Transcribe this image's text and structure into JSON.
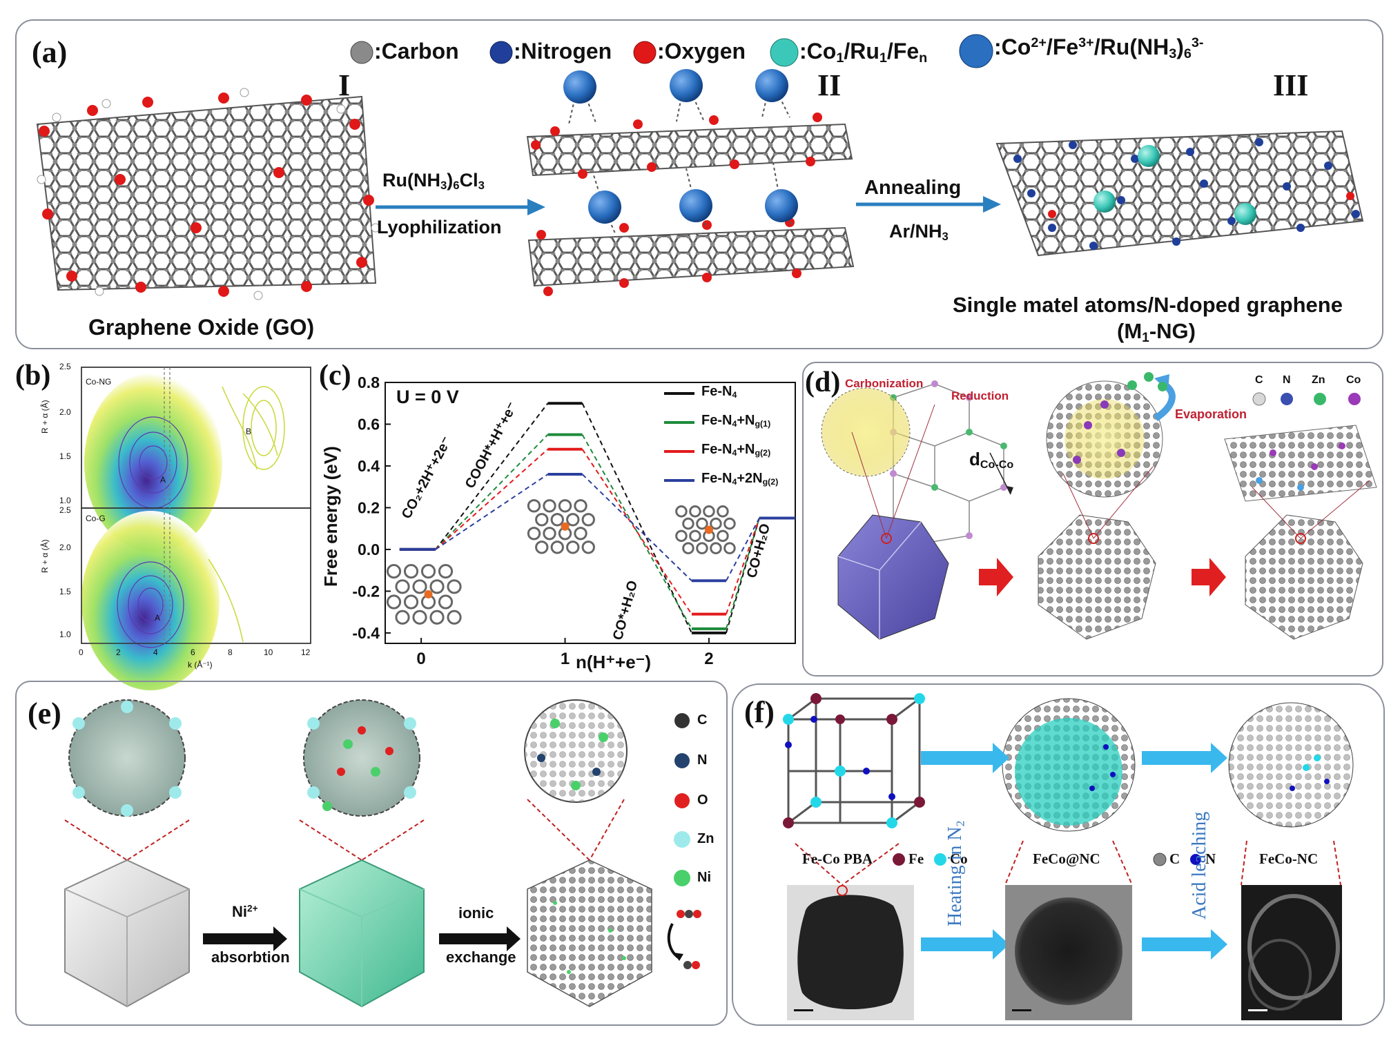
{
  "panel_a": {
    "label": "(a)",
    "legend": [
      {
        "name": "Carbon",
        "text": ":Carbon",
        "color": "#808080"
      },
      {
        "name": "Nitrogen",
        "text": ":Nitrogen",
        "color": "#1f3f9a"
      },
      {
        "name": "Oxygen",
        "text": ":Oxygen",
        "color": "#e01818"
      },
      {
        "name": "Single metal",
        "text_main": ":Co",
        "sub1": "1",
        "mid1": "/Ru",
        "sub2": "1",
        "mid2": "/Fe",
        "sub3": "n",
        "color": "#3cc8b8"
      },
      {
        "name": "Ions",
        "text_main": ":Co",
        "sup1": "2+",
        "mid1": "/Fe",
        "sup2": "3+",
        "mid2": "/Ru(NH",
        "sub1": "3",
        "mid3": ")",
        "sub2": "6",
        "sup3": "3-",
        "color": "#2a6fc0"
      }
    ],
    "roman": [
      "I",
      "II",
      "III"
    ],
    "step1_top": "Ru(NH",
    "step1_sub1": "3",
    "step1_mid": ")",
    "step1_sub2": "6",
    "step1_end": "Cl",
    "step1_sub3": "3",
    "step1_bottom": "Lyophilization",
    "step2_top": "Annealing",
    "step2_bottom_main": "Ar/NH",
    "step2_bottom_sub": "3",
    "caption_left": "Graphene Oxide (GO)",
    "caption_right_1": "Single matel atoms/N-doped graphene",
    "caption_right_2_main": "(M",
    "caption_right_2_sub": "1",
    "caption_right_2_end": "-NG)"
  },
  "panel_b": {
    "label": "(b)",
    "top_tag": "Co-NG",
    "bottom_tag": "Co-G",
    "ylabel": "R + α (Å)",
    "xlabel": "k (Å⁻¹)",
    "yticks_top": [
      "2.5",
      "2.0",
      "1.5",
      "1.0"
    ],
    "yticks_bottom": [
      "2.5",
      "2.0",
      "1.5",
      "1.0"
    ],
    "xticks": [
      "0",
      "2",
      "4",
      "6",
      "8",
      "10",
      "12"
    ],
    "peak_a": "A",
    "peak_b": "B"
  },
  "chart_data": {
    "type": "line",
    "title": "",
    "annotation": "U = 0 V",
    "xlabel": "n(H⁺+e⁻)",
    "ylabel": "Free energy (eV)",
    "ylim": [
      -0.45,
      0.8
    ],
    "yticks": [
      "0.8",
      "0.6",
      "0.4",
      "0.2",
      "0.0",
      "-0.2",
      "-0.4"
    ],
    "xticks": [
      "0",
      "1",
      "2"
    ],
    "step_labels": [
      "CO₂+2H⁺+2e⁻",
      "COOH*+H⁺+e⁻",
      "CO*+H₂O",
      "CO+H₂O"
    ],
    "x_levels": [
      0,
      1,
      2,
      2.55
    ],
    "series": [
      {
        "name": "Fe-N₄",
        "color": "#111111",
        "values": [
          0.0,
          0.7,
          -0.4,
          0.15
        ]
      },
      {
        "name": "Fe-N₄+Nɡ(1)",
        "color": "#1e8a3a",
        "values": [
          0.0,
          0.55,
          -0.38,
          0.15
        ]
      },
      {
        "name": "Fe-N₄+Nɡ(2)",
        "color": "#e31a1c",
        "values": [
          0.0,
          0.48,
          -0.31,
          0.15
        ]
      },
      {
        "name": "Fe-N₄+2Nɡ(2)",
        "color": "#2b3f9e",
        "values": [
          0.0,
          0.36,
          -0.15,
          0.15
        ]
      }
    ],
    "legend_placement": "top-right",
    "legend": [
      {
        "main": "Fe-N",
        "sub": "4",
        "end": "",
        "endsub": ""
      },
      {
        "main": "Fe-N",
        "sub": "4",
        "end": "+N",
        "endsub": "g(1)"
      },
      {
        "main": "Fe-N",
        "sub": "4",
        "end": "+N",
        "endsub": "g(2)"
      },
      {
        "main": "Fe-N",
        "sub": "4",
        "end": "+2N",
        "endsub": "g(2)"
      }
    ]
  },
  "panel_d": {
    "label": "(d)",
    "carbonization": "Carbonization",
    "reduction": "Reduction",
    "evaporation": "Evaporation",
    "distance": "d",
    "distance_sub": "Co-Co",
    "legend": [
      {
        "text": "C",
        "color": "#d8d8d8"
      },
      {
        "text": "N",
        "color": "#3a4fb0"
      },
      {
        "text": "Zn",
        "color": "#3ab86a"
      },
      {
        "text": "Co",
        "color": "#9a3ab8"
      }
    ]
  },
  "panel_e": {
    "label": "(e)",
    "step1_top": "Ni",
    "step1_sup": "2+",
    "step1_bottom": "absorbtion",
    "step2_top": "ionic",
    "step2_bottom": "exchange",
    "legend": [
      {
        "text": "C",
        "color": "#333333"
      },
      {
        "text": "N",
        "color": "#24426e"
      },
      {
        "text": "O",
        "color": "#e02020"
      },
      {
        "text": "Zn",
        "color": "#9eeaea"
      },
      {
        "text": "Ni",
        "color": "#4ad06a"
      }
    ]
  },
  "panel_f": {
    "label": "(f)",
    "pba": "Fe-Co PBA",
    "fe_key": "Fe",
    "fe_color": "#7a1838",
    "co_key": "Co",
    "co_color": "#22d8e8",
    "c_key": "C",
    "c_color": "#888888",
    "n_key": "N",
    "n_color": "#1010c0",
    "fecoNC_at": "FeCo@NC",
    "fecoNC": "FeCo-NC",
    "heating": "Heating in N",
    "heating_sub": "2",
    "acid": "Acid leaching"
  }
}
